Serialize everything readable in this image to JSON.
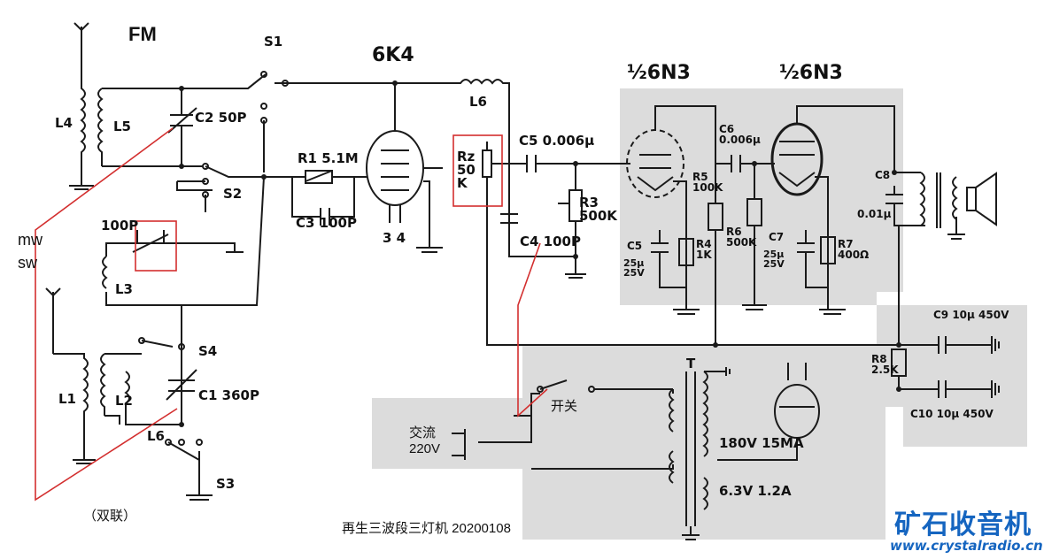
{
  "labels": {
    "fm": "FM",
    "mw": "mw",
    "sw": "sw",
    "tube_6k4": "6K4",
    "tube_6n3_a": "½6N3",
    "tube_6n3_b": "½6N3",
    "l4": "L4",
    "l5": "L5",
    "l3": "L3",
    "l1": "L1",
    "l2": "L2",
    "l6_top": "L6",
    "l6_bottom": "L6",
    "s1": "S1",
    "s2": "S2",
    "s3": "S3",
    "s4": "S4",
    "c2": "C2 50P",
    "c1": "C1 360P",
    "c3": "C3 100P",
    "c4": "C4 100P",
    "c5": "C5 0.006μ",
    "c6": "C6 0.006μ",
    "c5b": "C5",
    "c5b_val": "25μ 25V",
    "c7": "C7",
    "c7_val": "25μ 25V",
    "c8": "C8",
    "c8_val": "0.01μ",
    "c9": "C9 10μ 450V",
    "c10": "C10 10μ 450V",
    "r1": "R1 5.1M",
    "rz": "Rz 50 K",
    "r3": "R3 500K",
    "r4": "R4 1K",
    "r5": "R5 100K",
    "r6": "R6 500K",
    "r7": "R7 400Ω",
    "r8": "R8 2.5K",
    "vc": "100P",
    "dual": "（双联）",
    "switch": "开关",
    "ac": "交流",
    "ac_v": "220V",
    "trans": "T",
    "hv": "180V 15MA",
    "lv": "6.3V 1.2A",
    "caption": "再生三波段三灯机 20200108",
    "pins_6k4": "3 4",
    "logo_cn": "矿石收音机",
    "logo_url": "www.crystalradio.cn"
  },
  "colors": {
    "line": "#1a1a1a",
    "highlight": "#d32f2f",
    "shade": "#d9d9d9",
    "logo": "#1565c0"
  }
}
